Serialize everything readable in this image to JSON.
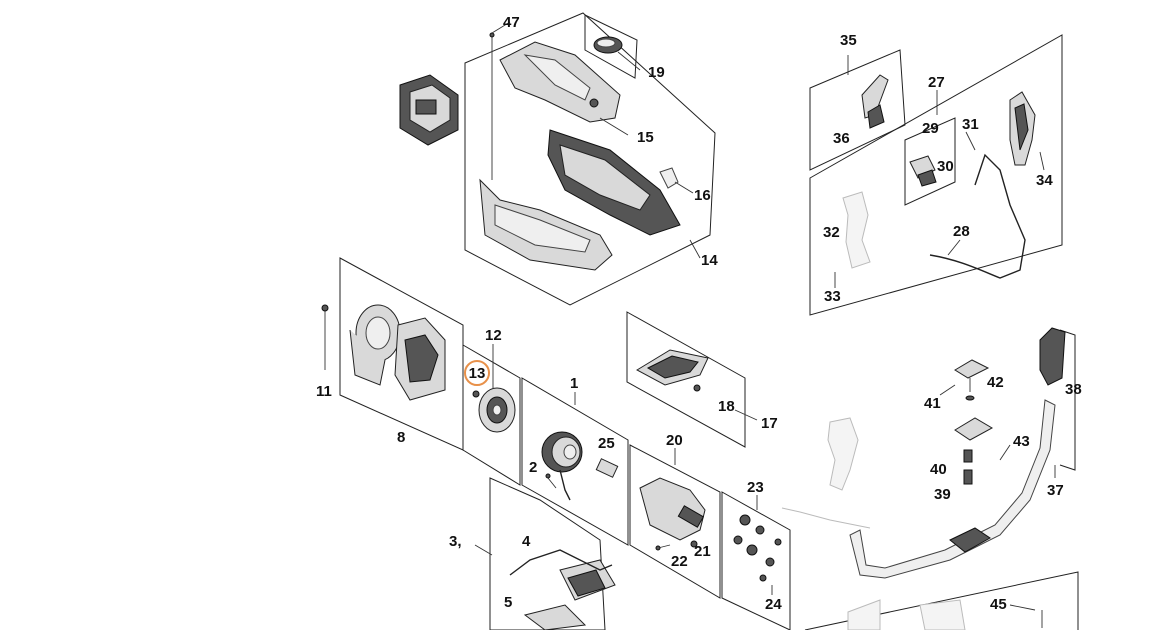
{
  "diagram": {
    "callouts": [
      {
        "id": "47",
        "label": "47"
      },
      {
        "id": "19",
        "label": "19"
      },
      {
        "id": "15",
        "label": "15"
      },
      {
        "id": "16",
        "label": "16"
      },
      {
        "id": "14",
        "label": "14"
      },
      {
        "id": "35",
        "label": "35"
      },
      {
        "id": "36",
        "label": "36"
      },
      {
        "id": "27",
        "label": "27"
      },
      {
        "id": "29",
        "label": "29"
      },
      {
        "id": "31",
        "label": "31"
      },
      {
        "id": "30",
        "label": "30"
      },
      {
        "id": "34",
        "label": "34"
      },
      {
        "id": "32",
        "label": "32"
      },
      {
        "id": "28",
        "label": "28"
      },
      {
        "id": "33",
        "label": "33"
      },
      {
        "id": "12",
        "label": "12"
      },
      {
        "id": "13",
        "label": "13"
      },
      {
        "id": "11",
        "label": "11"
      },
      {
        "id": "8",
        "label": "8"
      },
      {
        "id": "1",
        "label": "1"
      },
      {
        "id": "25",
        "label": "25"
      },
      {
        "id": "2",
        "label": "2"
      },
      {
        "id": "18",
        "label": "18"
      },
      {
        "id": "17",
        "label": "17"
      },
      {
        "id": "20",
        "label": "20"
      },
      {
        "id": "23",
        "label": "23"
      },
      {
        "id": "21",
        "label": "21"
      },
      {
        "id": "22",
        "label": "22"
      },
      {
        "id": "24",
        "label": "24"
      },
      {
        "id": "3",
        "label": "3,"
      },
      {
        "id": "4",
        "label": "4"
      },
      {
        "id": "5",
        "label": "5"
      },
      {
        "id": "41",
        "label": "41"
      },
      {
        "id": "42",
        "label": "42"
      },
      {
        "id": "38",
        "label": "38"
      },
      {
        "id": "43",
        "label": "43"
      },
      {
        "id": "40",
        "label": "40"
      },
      {
        "id": "39",
        "label": "39"
      },
      {
        "id": "37",
        "label": "37"
      },
      {
        "id": "45",
        "label": "45"
      }
    ],
    "highlighted": "13",
    "highlight_color": "#e8914a"
  }
}
